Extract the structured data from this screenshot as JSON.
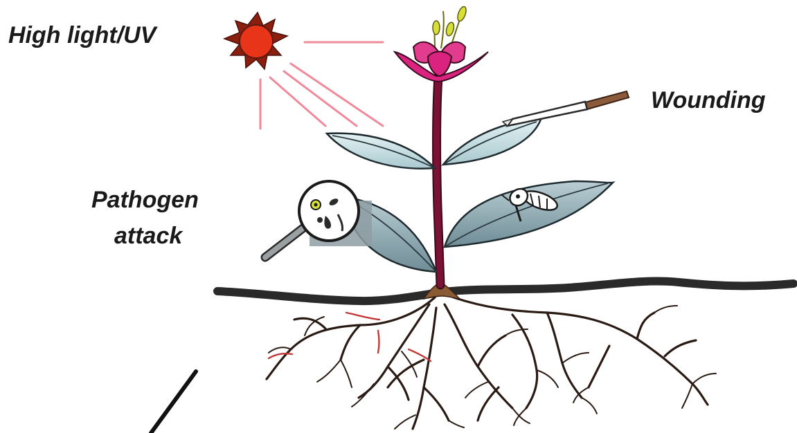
{
  "labels": {
    "high_light": "High light/UV",
    "wounding": "Wounding",
    "pathogen_line1": "Pathogen",
    "pathogen_line2": "attack"
  },
  "colors": {
    "sun_body": "#e8351a",
    "sun_rays": "#8a1f10",
    "light_rays": "#f08a9a",
    "stem": "#7a1236",
    "flower": "#d9237e",
    "stamen": "#d8df3a",
    "leaf_upper": "#cfe6ea",
    "leaf_lower": "#8fa9b2",
    "leaf_outline": "#1e2a2e",
    "soil": "#2a2a2a",
    "root": "#2a1a14",
    "root_stress": "#c23a3a",
    "root_crown": "#8a5a34",
    "wound_tool": "#8a5a3a"
  }
}
